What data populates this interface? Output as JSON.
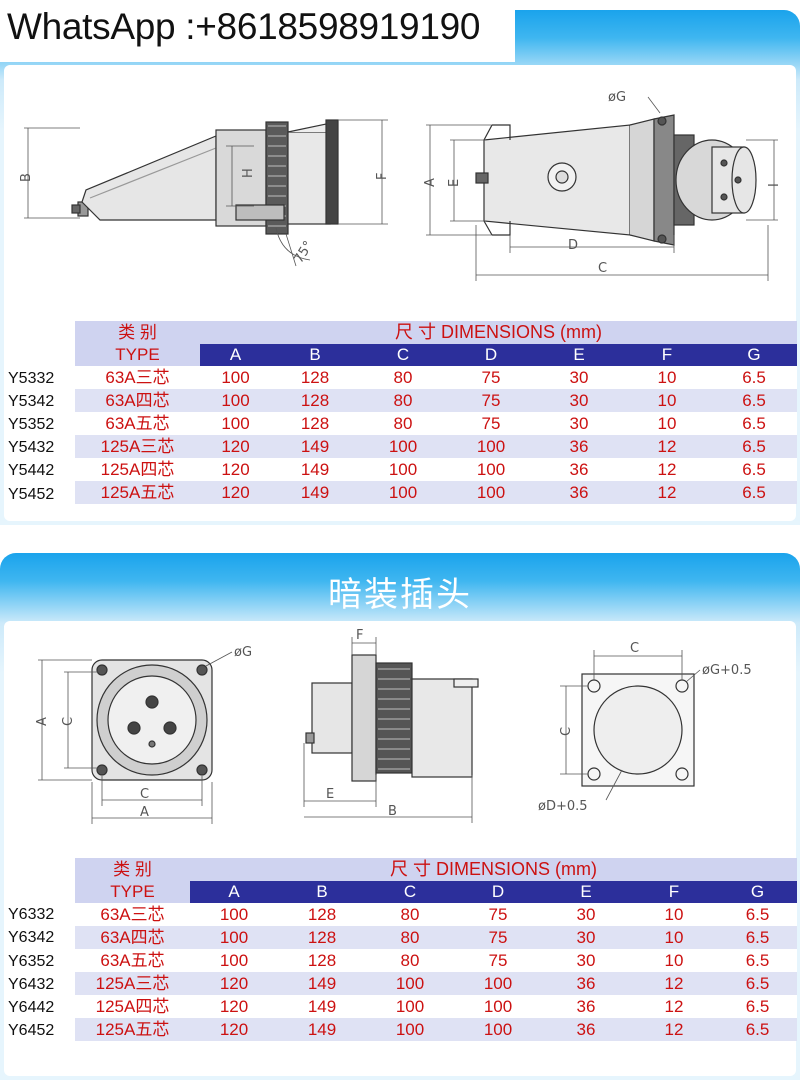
{
  "header": {
    "whatsapp": "WhatsApp :+8618598919190"
  },
  "section2": {
    "title": "暗装插头"
  },
  "table": {
    "category_label": "类  别",
    "type_label": "TYPE",
    "dimensions_label": "尺  寸 DIMENSIONS (mm)",
    "columns": [
      "A",
      "B",
      "C",
      "D",
      "E",
      "F",
      "G"
    ]
  },
  "drawing1": {
    "side": {
      "B": "B",
      "H": "H",
      "F": "F",
      "angle": "75°"
    },
    "front": {
      "G": "øG",
      "A": "A",
      "E": "E",
      "I": "I",
      "D": "D",
      "C": "C"
    }
  },
  "drawing2": {
    "front": {
      "G": "øG",
      "A": "A",
      "C_side": "C",
      "C_bottom": "C",
      "A_bottom": "A"
    },
    "side": {
      "F": "F",
      "E": "E",
      "B": "B"
    },
    "cutout": {
      "C_top": "C",
      "G": "øG+0.5",
      "C_side": "C",
      "D": "øD+0.5"
    }
  },
  "table1": {
    "rows": [
      {
        "model": "Y5332",
        "type": "63A三芯",
        "values": [
          "100",
          "128",
          "80",
          "75",
          "30",
          "10",
          "6.5"
        ]
      },
      {
        "model": "Y5342",
        "type": "63A四芯",
        "values": [
          "100",
          "128",
          "80",
          "75",
          "30",
          "10",
          "6.5"
        ]
      },
      {
        "model": "Y5352",
        "type": "63A五芯",
        "values": [
          "100",
          "128",
          "80",
          "75",
          "30",
          "10",
          "6.5"
        ]
      },
      {
        "model": "Y5432",
        "type": "125A三芯",
        "values": [
          "120",
          "149",
          "100",
          "100",
          "36",
          "12",
          "6.5"
        ]
      },
      {
        "model": "Y5442",
        "type": "125A四芯",
        "values": [
          "120",
          "149",
          "100",
          "100",
          "36",
          "12",
          "6.5"
        ]
      },
      {
        "model": "Y5452",
        "type": "125A五芯",
        "values": [
          "120",
          "149",
          "100",
          "100",
          "36",
          "12",
          "6.5"
        ]
      }
    ]
  },
  "table2": {
    "rows": [
      {
        "model": "Y6332",
        "type": "63A三芯",
        "values": [
          "100",
          "128",
          "80",
          "75",
          "30",
          "10",
          "6.5"
        ]
      },
      {
        "model": "Y6342",
        "type": "63A四芯",
        "values": [
          "100",
          "128",
          "80",
          "75",
          "30",
          "10",
          "6.5"
        ]
      },
      {
        "model": "Y6352",
        "type": "63A五芯",
        "values": [
          "100",
          "128",
          "80",
          "75",
          "30",
          "10",
          "6.5"
        ]
      },
      {
        "model": "Y6432",
        "type": "125A三芯",
        "values": [
          "120",
          "149",
          "100",
          "100",
          "36",
          "12",
          "6.5"
        ]
      },
      {
        "model": "Y6442",
        "type": "125A四芯",
        "values": [
          "120",
          "149",
          "100",
          "100",
          "36",
          "12",
          "6.5"
        ]
      },
      {
        "model": "Y6452",
        "type": "125A五芯",
        "values": [
          "120",
          "149",
          "100",
          "100",
          "36",
          "12",
          "6.5"
        ]
      }
    ]
  },
  "colors": {
    "accent": "#1aa3ec",
    "header_dark": "#2c2f9b",
    "header_light": "#cfd3f0",
    "row_alt": "#dfe2f4",
    "value_red": "#cc1111"
  }
}
